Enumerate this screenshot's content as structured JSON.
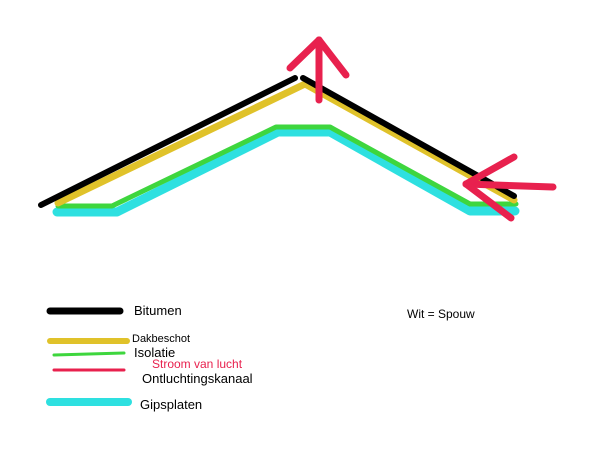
{
  "colors": {
    "bitumen": "#000000",
    "dakbeschot": "#e0c22a",
    "isolatie": "#3ed63e",
    "stroom": "#e8214e",
    "gipsplaten": "#2ee0e0"
  },
  "legend": {
    "bitumen": "Bitumen",
    "dakbeschot": "Dakbeschot",
    "isolatie": "Isolatie",
    "stroom": "Stroom van lucht",
    "ontluchtingskanaal": "Ontluchtingskanaal",
    "gipsplaten": "Gipsplaten"
  },
  "note": "Wit = Spouw"
}
